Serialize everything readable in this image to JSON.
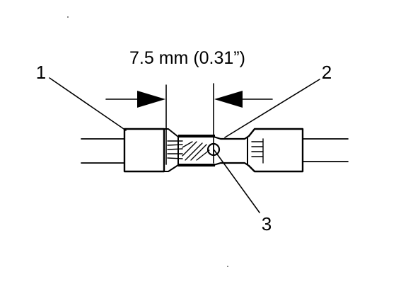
{
  "diagram": {
    "dimension_label": "7.5 mm (0.31”)",
    "callouts": [
      "1",
      "2",
      "3"
    ]
  }
}
